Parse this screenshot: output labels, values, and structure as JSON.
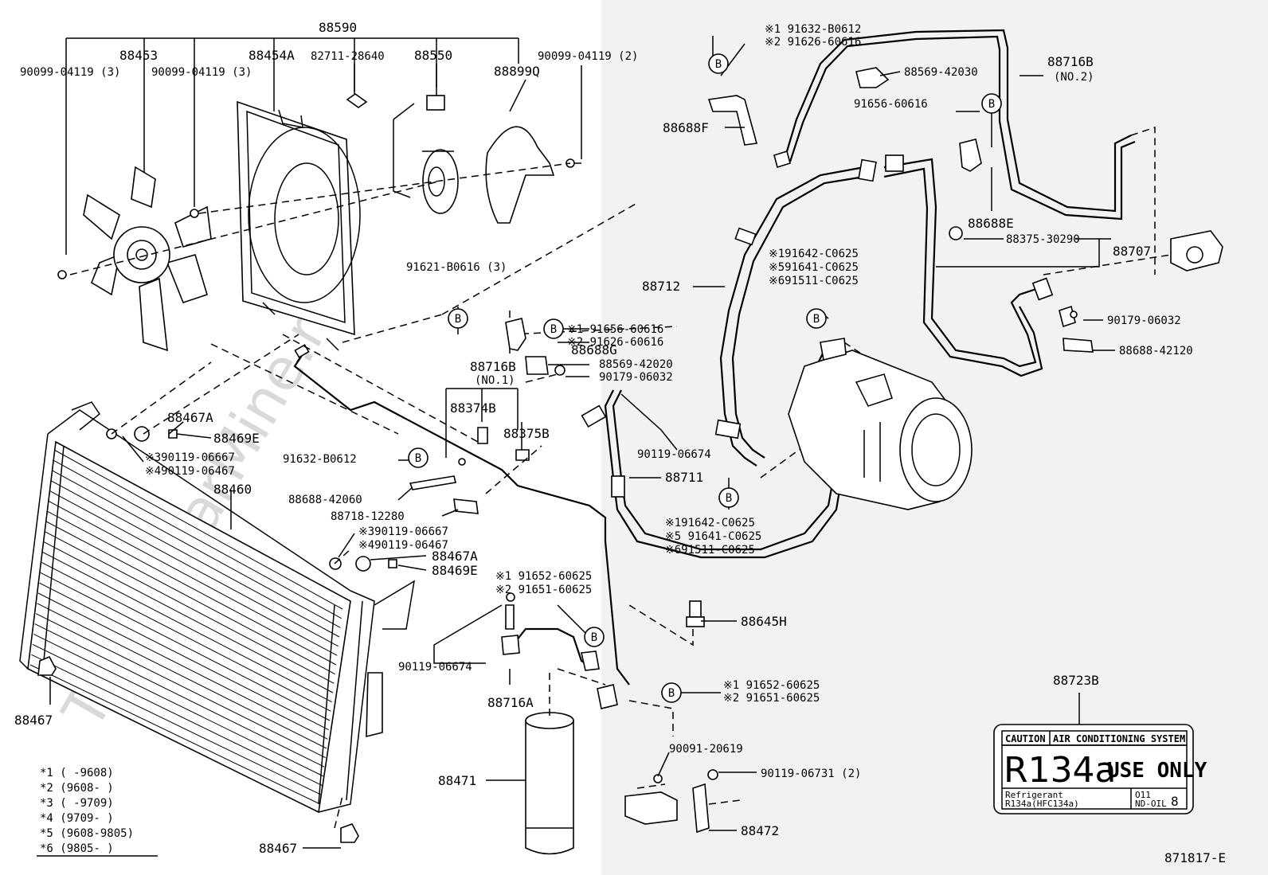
{
  "diagram": {
    "watermark": "ToyotaCarMine.ru",
    "figure_id": "871817-E",
    "callouts": {
      "c88590": "88590",
      "c88453": "88453",
      "c88454A": "88454A",
      "c82711": "82711-28640",
      "c88550": "88550",
      "c90099_2": "90099-04119 (2)",
      "c88899Q": "88899Q",
      "c90099_3a": "90099-04119 (3)",
      "c90099_3b": "90099-04119 (3)",
      "c91621": "91621-B0616 (3)",
      "c88467A_a": "88467A",
      "c88469E_a": "88469E",
      "c390119_a": "※390119-06667",
      "c490119_a": "※490119-06467",
      "c88460": "88460",
      "c91632_left": "91632-B0612",
      "c88688_42060": "88688-42060",
      "c88718": "88718-12280",
      "c390119_b": "※390119-06667",
      "c490119_b": "※490119-06467",
      "c88467A_b": "88467A",
      "c88469E_b": "88469E",
      "c88716B_no1": "88716B",
      "c88716B_no1_sub": "(NO.1)",
      "c88374B": "88374B",
      "c88375B": "88375B",
      "c88688G": "88688G",
      "c88569_42020": "88569-42020",
      "c90179_a": "90179-06032",
      "c91656_s1": "※1 91656-60616",
      "c91626_s2": "※2 91626-60616",
      "c90119_66674_a": "90119-06674",
      "c88711": "88711",
      "c91652_a": "※1 91652-60625",
      "c91651_a": "※2 91651-60625",
      "c90119_66674_b": "90119-06674",
      "c88716A": "88716A",
      "c88471": "88471",
      "c88467_a": "88467",
      "c88467_b": "88467",
      "c88645H": "88645H",
      "c91652_b": "※1 91652-60625",
      "c91651_b": "※2 91651-60625",
      "c90091": "90091-20619",
      "c90119_06731": "90119-06731 (2)",
      "c88472": "88472",
      "c91632_top": "※1 91632-B0612",
      "c91626_top": "※2 91626-60616",
      "c88569_42030": "88569-42030",
      "c88716B_no2": "88716B",
      "c88716B_no2_sub": "(NO.2)",
      "c91656_60616": "91656-60616",
      "c88688F": "88688F",
      "c88688E": "88688E",
      "c88375_30290": "88375-30290",
      "c88707": "88707",
      "c88712": "88712",
      "c191642_a": "※191642-C0625",
      "c591641_a": "※591641-C0625",
      "c691511_a": "※691511-C0625",
      "c191642_b": "※191642-C0625",
      "c591641_b": "※5 91641-C0625",
      "c691511_b": "※691511-C0625",
      "c90179_b": "90179-06032",
      "c88688_42120": "88688-42120",
      "c88723B": "88723B"
    },
    "badge_letter": "B",
    "legend": [
      "*1 (     -9608)",
      "*2 (9608-      )",
      "*3 (     -9709)",
      "*4 (9709-      )",
      "*5 (9608-9805)",
      "*6 (9805-      )"
    ],
    "label_plate": {
      "caution": "CAUTION",
      "system": "AIR CONDITIONING SYSTEM",
      "refrigerant_big": "R134a",
      "use_only": "USE ONLY",
      "refrigerant_label": "Refrigerant",
      "refrigerant_code": "R134a(HFC134a)",
      "oil_code": "O11",
      "oil_type": "ND-OIL",
      "oil_num": "8"
    }
  }
}
